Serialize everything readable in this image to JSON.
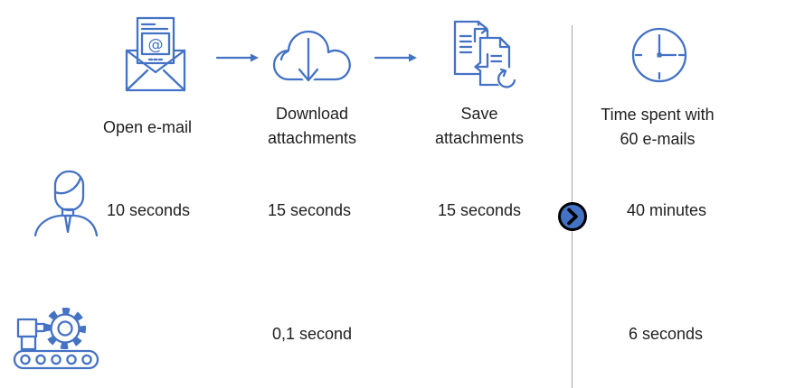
{
  "colors": {
    "accent": "#4472C4",
    "divider_line": "#A6A6A6",
    "text": "#1F1F1F",
    "chevron_fill": "#4472C4",
    "chevron_ring": "#000000"
  },
  "steps": [
    {
      "label": "Open e-mail",
      "icon": "open-email-icon"
    },
    {
      "label": "Download attachments",
      "icon": "download-cloud-icon"
    },
    {
      "label": "Save attachments",
      "icon": "save-attachments-icon"
    },
    {
      "label": "Time spent with 60 e-mails",
      "icon": "clock-icon"
    }
  ],
  "connectors": {
    "arrow1": "right-arrow-icon",
    "arrow2": "right-arrow-icon",
    "result_marker": "chevron-circle-icon"
  },
  "rows": {
    "human": {
      "icon": "person-icon",
      "times": [
        "10 seconds",
        "15 seconds",
        "15 seconds",
        "40 minutes"
      ]
    },
    "machine": {
      "icon": "robot-icon",
      "times": [
        "",
        "0,1 second",
        "",
        "6 seconds"
      ]
    }
  }
}
